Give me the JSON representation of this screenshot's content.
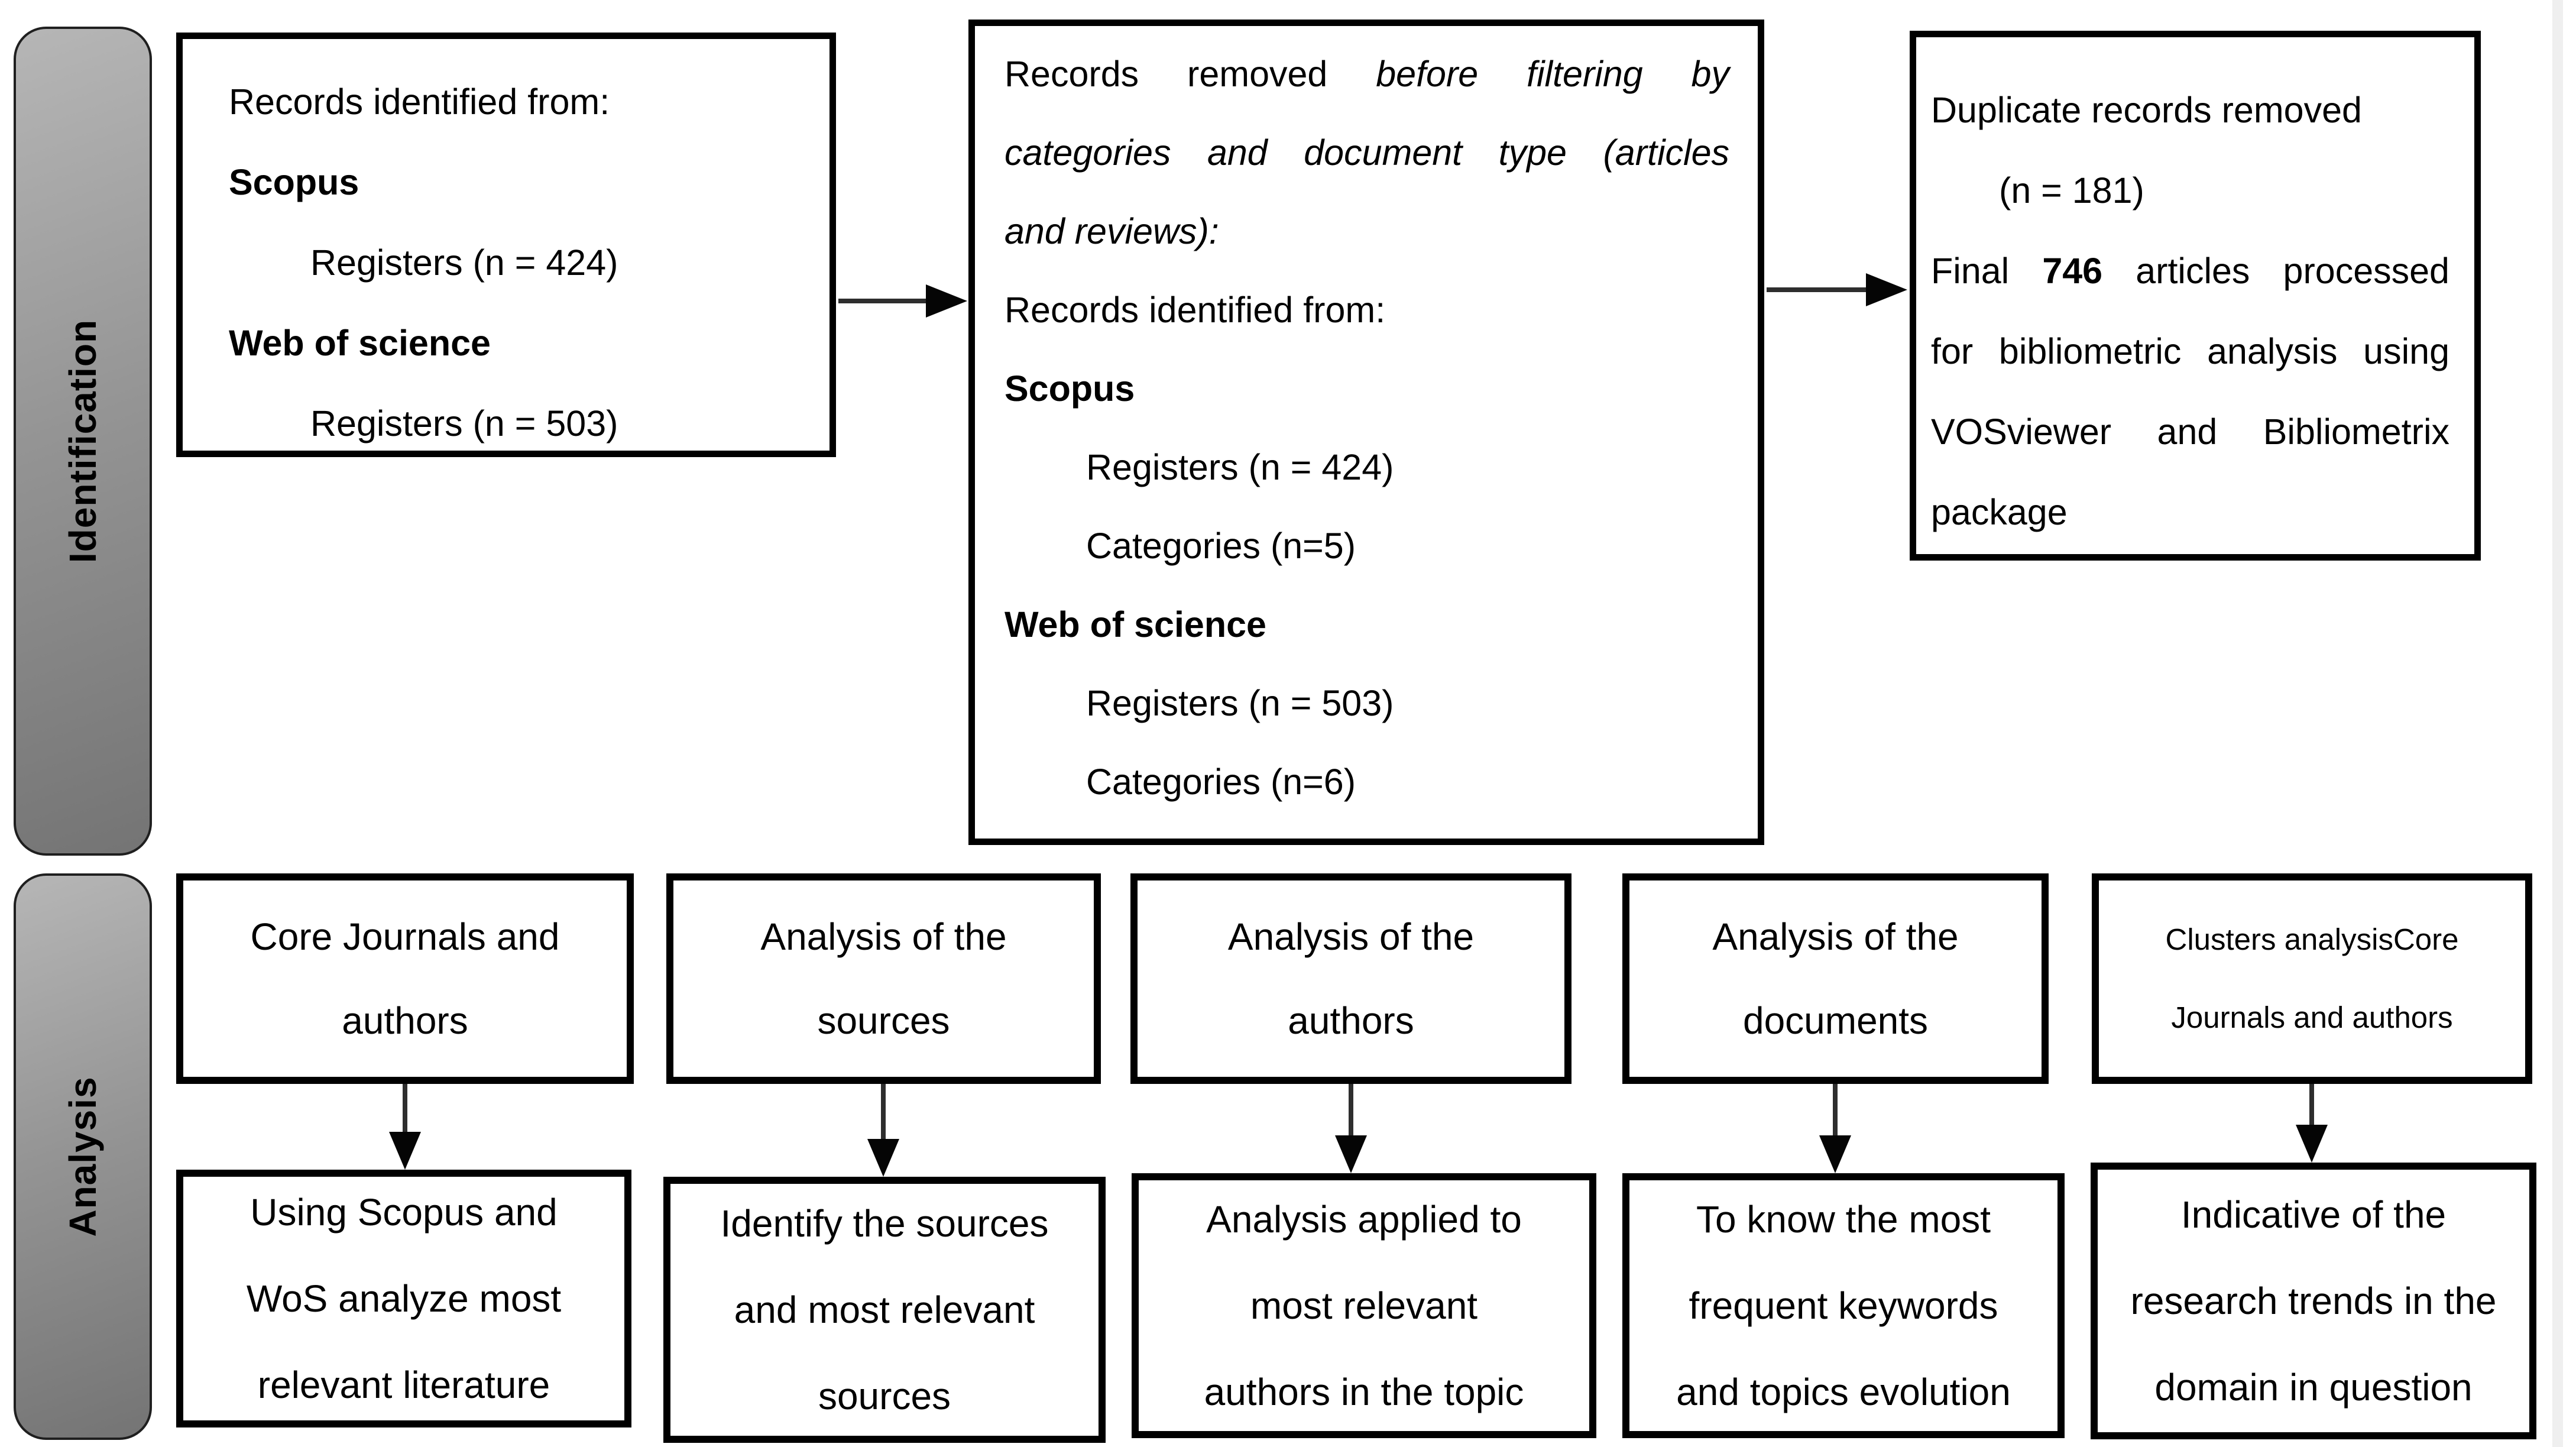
{
  "stages": {
    "identification_label": "Identification",
    "analysis_label": "Analysis"
  },
  "box1": {
    "line1": "Records identified from:",
    "line2": "Scopus",
    "line3": "Registers (n = 424)",
    "line4": "Web of science",
    "line5": "Registers (n = 503)"
  },
  "box2": {
    "line1_regular": "Records removed",
    "line1_italic": "before filtering by",
    "line2_italic": "categories and document type (articles",
    "line3_italic": "and reviews):",
    "line4": "Records identified from:",
    "line5": "Scopus",
    "line6": "Registers (n = 424)",
    "line7": "Categories (n=5)",
    "line8": "Web of science",
    "line9": "Registers (n = 503)",
    "line10": "Categories (n=6)"
  },
  "box3": {
    "line1": "Duplicate records removed",
    "line2": "(n = 181)",
    "line3_pre": "Final",
    "line3_bold": "746",
    "line3_post": "articles processed",
    "line4": "for bibliometric analysis using",
    "line5": "VOSviewer and Bibliometrix",
    "line6": "package"
  },
  "analysis_columns": [
    {
      "top_line1": "Core Journals and",
      "top_line2": "authors",
      "bottom_line1": "Using Scopus and",
      "bottom_line2": "WoS analyze most",
      "bottom_line3": "relevant literature"
    },
    {
      "top_line1": "Analysis of the",
      "top_line2": "sources",
      "bottom_line1": "Identify the sources",
      "bottom_line2": "and most relevant",
      "bottom_line3": "sources"
    },
    {
      "top_line1": "Analysis of the",
      "top_line2": "authors",
      "bottom_line1": "Analysis applied to",
      "bottom_line2": "most relevant",
      "bottom_line3": "authors in the topic"
    },
    {
      "top_line1": "Analysis of the",
      "top_line2": "documents",
      "bottom_line1": "To know the most",
      "bottom_line2": "frequent keywords",
      "bottom_line3": "and topics evolution"
    },
    {
      "top_line1": "Clusters analysisCore",
      "top_line2": "Journals and authors",
      "bottom_line1": "Indicative of the",
      "bottom_line2": "research trends in the",
      "bottom_line3": "domain in question"
    }
  ],
  "colors": {
    "box_border": "#000000",
    "arrow_line": "#2e2e2e",
    "arrow_head": "#050505",
    "bar_fill_light": "#b6b6b6",
    "bar_fill_dark": "#747474",
    "scrollbar_track": "#efefef"
  }
}
